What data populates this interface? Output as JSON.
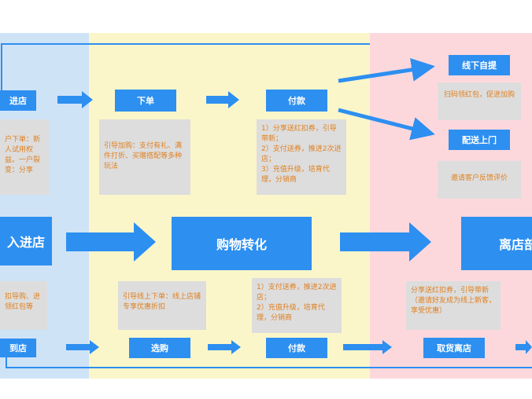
{
  "zones": {
    "left": "#cfe3f7",
    "middle": "#fbf6c9",
    "right": "#fcd8dd"
  },
  "colors": {
    "box": "#2d8ff0",
    "note_text": "#e0801f",
    "note_bg": "#dddddd"
  },
  "row1": {
    "store": "进店",
    "order": "下单",
    "pay": "付款",
    "pickup": "线下自提",
    "delivery": "配送上门"
  },
  "row1_notes": {
    "store": "户下单：新人试用权益。一户裂变：分享",
    "order": "引导加购：支付有礼、满件打折、买赠搭配等多种玩法",
    "pay": "1）分享送红扣券，引导带新；\n2）支付送券，推进2次进店；\n3）充值升级，培育代理，分销商",
    "pickup": "扫码领红包，促进加购",
    "delivery": "邀请客户反馈评价"
  },
  "row2": {
    "enter": "入进店",
    "convert": "购物转化",
    "leave": "离店部"
  },
  "row3": {
    "arrive": "到店",
    "select": "选购",
    "pay": "付款",
    "checkout": "取货离店"
  },
  "row3_notes": {
    "arrive": "扣导购、进领红包等",
    "select": "引导线上下单：线上店铺专享优惠折扣",
    "pay": "1）支付送券，推进2次进店；\n2）充值升级，培育代理，分销商",
    "checkout": "分享送红扣券，引导带新（邀请好友成为线上新客，享受优惠）"
  }
}
